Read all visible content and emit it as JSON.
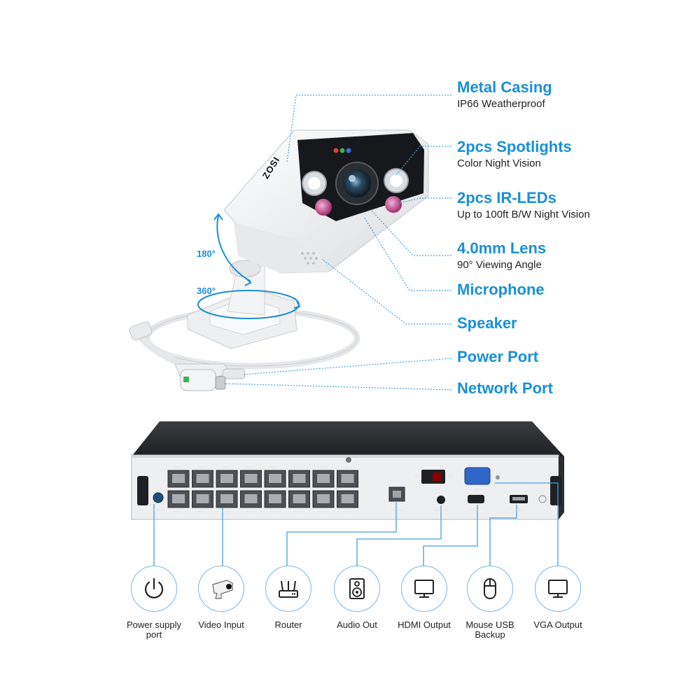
{
  "colors": {
    "accent": "#1a8fd6",
    "text": "#222222",
    "nvr_body": "#1e1f22",
    "camera_white": "#f2f3f5"
  },
  "camera": {
    "brand": "ZOSI",
    "rotation_tilt": "180°",
    "rotation_pan": "360°"
  },
  "features": [
    {
      "title": "Metal Casing",
      "subtitle": "IP66 Weatherproof"
    },
    {
      "title": "2pcs Spotlights",
      "subtitle": "Color Night Vision"
    },
    {
      "title": "2pcs IR-LEDs",
      "subtitle": "Up to 100ft B/W Night Vision"
    },
    {
      "title": "4.0mm Lens",
      "subtitle": "90° Viewing Angle"
    },
    {
      "title": "Microphone",
      "subtitle": ""
    },
    {
      "title": "Speaker",
      "subtitle": ""
    },
    {
      "title": "Power Port",
      "subtitle": ""
    },
    {
      "title": "Network Port",
      "subtitle": ""
    }
  ],
  "nvr_ports": [
    {
      "label": "Power supply port",
      "icon": "power-icon"
    },
    {
      "label": "Video Input",
      "icon": "camera-icon"
    },
    {
      "label": "Router",
      "icon": "router-icon"
    },
    {
      "label": "Audio Out",
      "icon": "speaker-icon"
    },
    {
      "label": "HDMI Output",
      "icon": "monitor-icon"
    },
    {
      "label": "Mouse USB Backup",
      "icon": "mouse-icon"
    },
    {
      "label": "VGA Output",
      "icon": "monitor-icon"
    }
  ],
  "nvr_panel": {
    "poe_top": [
      "POE 1",
      "POE 3",
      "POE 5",
      "POE 7",
      "POE 9",
      "POE 11",
      "POE 13",
      "POE 15"
    ],
    "poe_bottom": [
      "POE 2",
      "POE 4",
      "POE 6",
      "POE 8",
      "POE 10",
      "POE 12",
      "POE 14",
      "POE 16"
    ],
    "network": "NETWORK",
    "audio_out": "AUDIO OUT",
    "hdmi": "HDMI",
    "usb": "USB2.0",
    "vga": "VGA",
    "power_in": "DC 48-52V",
    "switch_on": "ON",
    "switch_off": "OFF"
  }
}
